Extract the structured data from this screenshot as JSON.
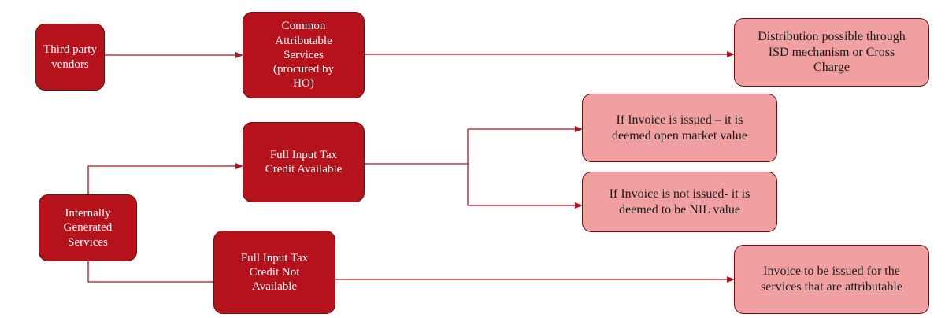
{
  "diagram": {
    "nodes": {
      "third_party_vendors": "Third party\nvendors",
      "common_attributable_services": "Common\nAttributable\nServices\n(procured by\nHO)",
      "distribution_possible": "Distribution possible through\nISD mechanism or Cross\nCharge",
      "full_itc_available": "Full Input Tax\nCredit Available",
      "invoice_issued": "If Invoice is issued – it is\ndeemed open market value",
      "invoice_not_issued": "If Invoice is not issued- it is\ndeemed to be NIL value",
      "internally_generated_services": "Internally\nGenerated\nServices",
      "full_itc_not_available": "Full Input Tax\nCredit Not\nAvailable",
      "invoice_to_be_issued": "Invoice to be issued for the\nservices that are attributable"
    },
    "colors": {
      "dark_fill": "#b5121b",
      "light_fill": "#f0a0a0",
      "connector": "#b5121b"
    }
  }
}
